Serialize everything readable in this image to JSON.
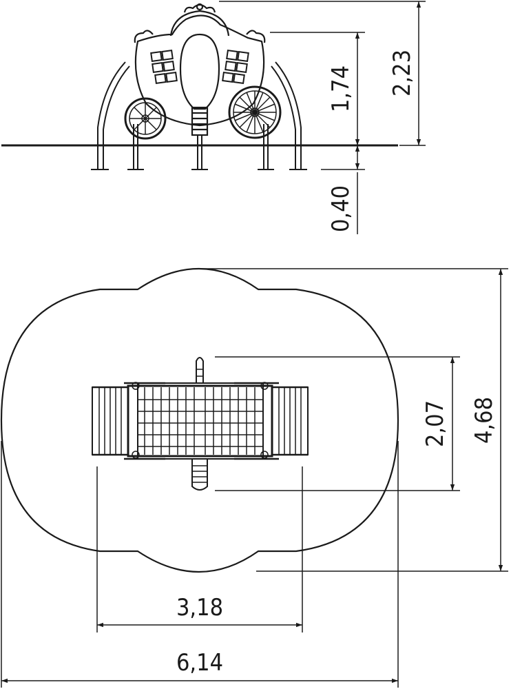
{
  "dimensions": {
    "side_view_total_height": "2,23",
    "side_view_platform_height": "1,74",
    "side_view_foundation_depth": "0,40",
    "top_view_equipment_depth": "2,07",
    "top_view_safety_depth": "4,68",
    "top_view_equipment_width": "3,18",
    "top_view_safety_width": "6,14"
  },
  "colors": {
    "line": "#1a1a1a",
    "background": "#ffffff"
  }
}
